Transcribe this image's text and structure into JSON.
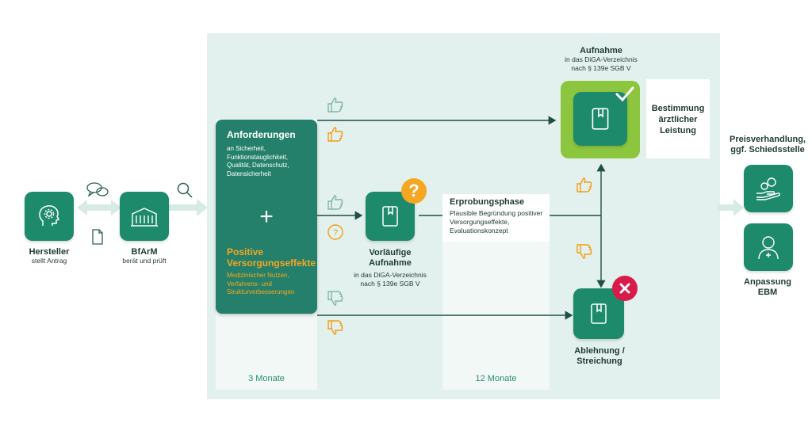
{
  "hersteller": {
    "title": "Hersteller",
    "subtitle": "stellt Antrag"
  },
  "bfarm": {
    "title": "BfArM",
    "subtitle": "berät und prüft"
  },
  "requirements": {
    "title": "Anforderungen",
    "text": "an Sicherheit, Funktionstauglichkeit, Qualität, Datenschutz, Datensicherheit",
    "plus": "+",
    "effects_title": "Positive Versorgungseffekte",
    "effects_text": "Medizinischer Nutzen, Verfahrens- und Strukturverbesserungen"
  },
  "prelim": {
    "title": "Vorläufige Aufnahme",
    "text": "in das DiGA-Verzeichnis nach § 139e SGB V",
    "badge": "?"
  },
  "trial": {
    "title": "Erprobungsphase",
    "text": "Plausible Begründung positiver Versorgungseffekte, Evaluationskonzept"
  },
  "accept": {
    "title": "Aufnahme",
    "text": "in das DiGA-Verzeichnis nach § 139e SGB V"
  },
  "reject": {
    "title": "Ablehnung / Streichung"
  },
  "determination": {
    "title": "Bestimmung ärztlicher Leistung"
  },
  "price": {
    "title": "Preisverhandlung, ggf. Schiedsstelle"
  },
  "ebm": {
    "title": "Anpassung EBM"
  },
  "durations": {
    "first": "3 Monate",
    "second": "12 Monate"
  },
  "colors": {
    "panel": "#e3f1ee",
    "tile": "#1e8a6c",
    "accept_frame": "#8cc63f",
    "orange": "#f39c12",
    "reject": "#d81b4a",
    "effects_text": "#f5a623"
  },
  "icons": [
    "head-gear-icon",
    "chat-bubbles-icon",
    "document-icon",
    "building-icon",
    "magnifier-icon",
    "book-icon",
    "thumbs-up-icon",
    "thumbs-down-icon",
    "question-icon",
    "check-icon",
    "cross-icon",
    "coins-hand-icon",
    "doctor-icon"
  ]
}
